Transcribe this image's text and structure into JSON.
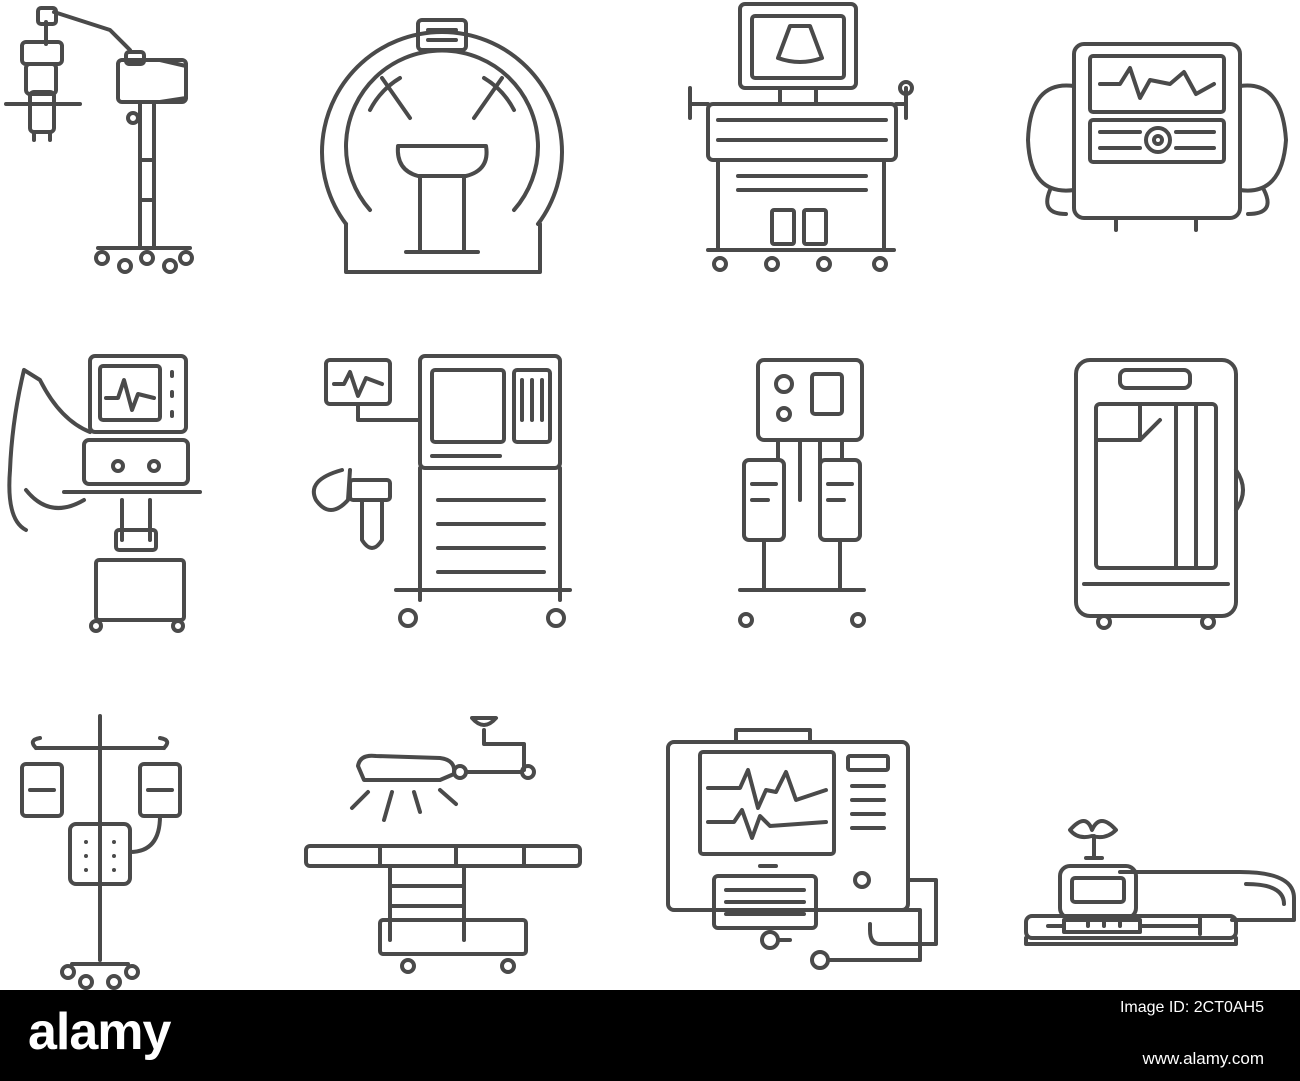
{
  "icons": [
    {
      "name": "surgical-microscope-icon"
    },
    {
      "name": "ct-scanner-icon"
    },
    {
      "name": "ultrasound-machine-icon"
    },
    {
      "name": "defibrillator-icon"
    },
    {
      "name": "ventilator-icon"
    },
    {
      "name": "anesthesia-machine-icon"
    },
    {
      "name": "suction-pump-icon"
    },
    {
      "name": "oxygen-concentrator-icon"
    },
    {
      "name": "infusion-stand-icon"
    },
    {
      "name": "operating-table-lamp-icon"
    },
    {
      "name": "patient-monitor-icon"
    },
    {
      "name": "syringe-pump-icon"
    }
  ],
  "colors": {
    "line": "#4a4a4a",
    "background": "#ffffff",
    "bar": "#000000",
    "bar_text": "#ffffff"
  },
  "watermark": {
    "logo": "alamy",
    "image_id": "Image ID: 2CT0AH5",
    "url": "www.alamy.com"
  }
}
